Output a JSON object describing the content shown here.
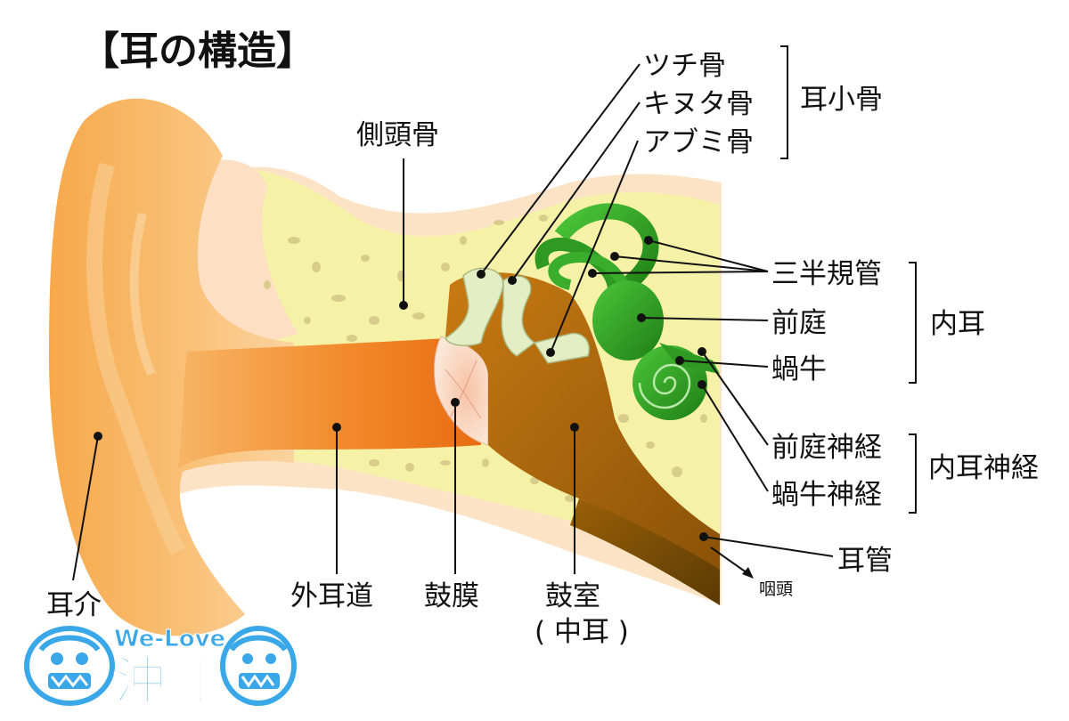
{
  "title": "【耳の構造】",
  "labels": {
    "tsuchi": "ツチ骨",
    "kinuta": "キヌタ骨",
    "abumi": "アブミ骨",
    "jishokotsu": "耳小骨",
    "sokutokotsu": "側頭骨",
    "sanhanki": "三半規管",
    "zentei": "前庭",
    "kagyu": "蝸牛",
    "naiji": "内耳",
    "zentei_shinkei": "前庭神経",
    "kagyu_shinkei": "蝸牛神経",
    "naiji_shinkei": "内耳神経",
    "jikan": "耳管",
    "intou": "咽頭",
    "jikai": "耳介",
    "gaijido": "外耳道",
    "komaku": "鼓膜",
    "koshitsu": "鼓室",
    "chuji": "( 中耳 )"
  },
  "logo": {
    "top": "We-Love",
    "main": "沖縄"
  },
  "colors": {
    "auricle": "#f6b25c",
    "bone": "#f4f1a8",
    "canal": "#f08a2a",
    "middle_ear": "#b8640a",
    "inner_ear": "#2a9a1e",
    "skin": "#fde0c4",
    "logo_blue": "#3aa8e8"
  }
}
